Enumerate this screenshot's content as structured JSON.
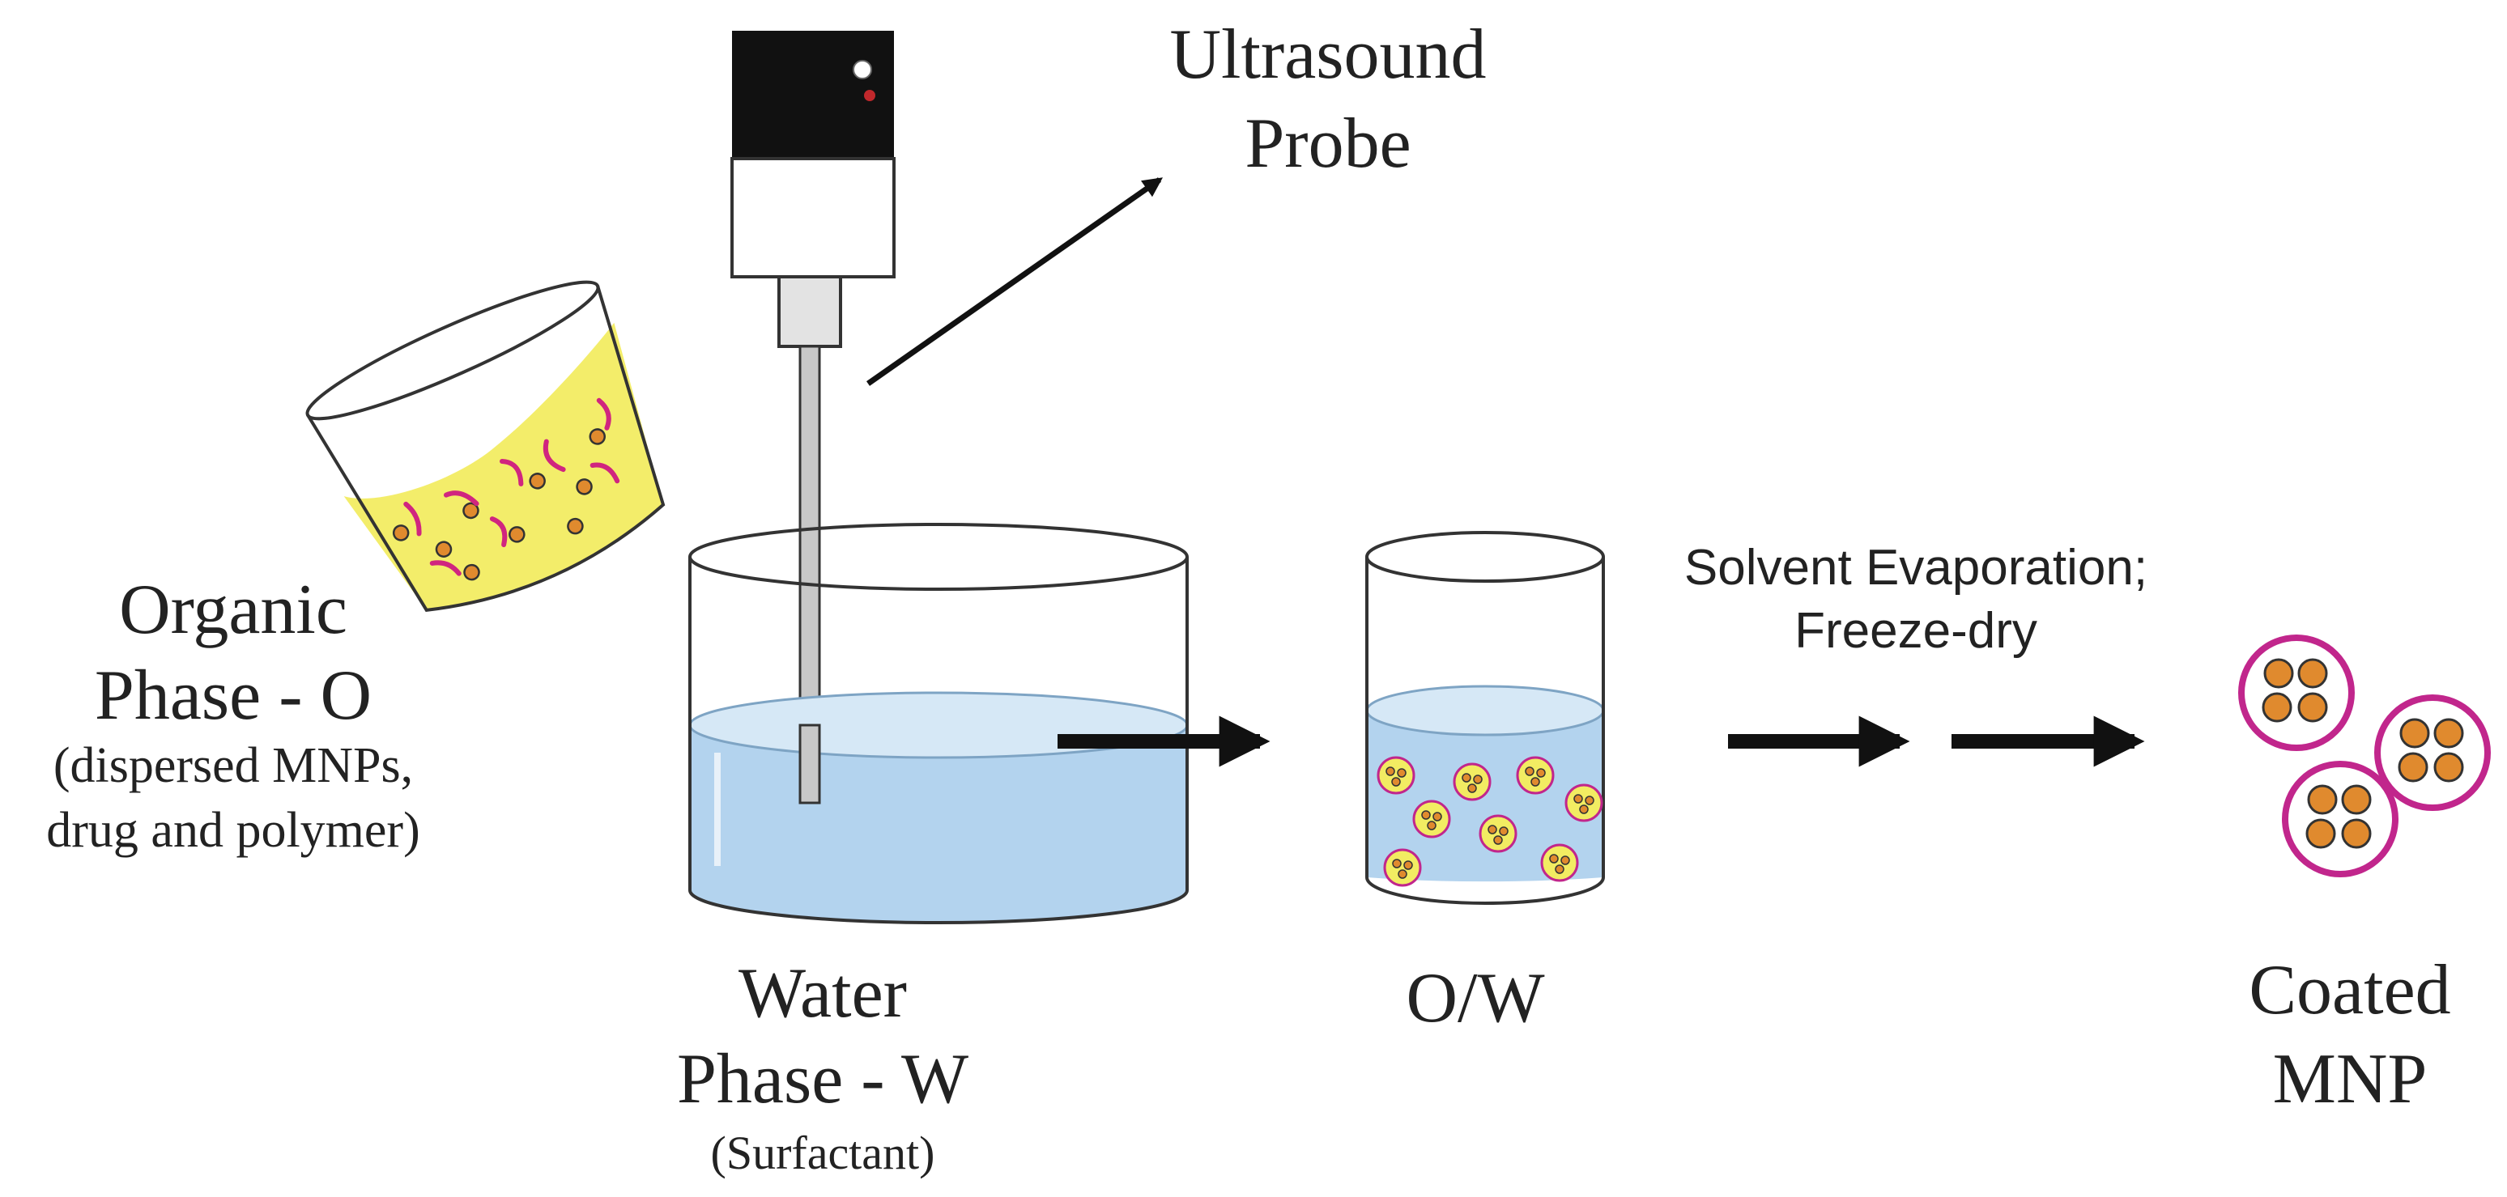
{
  "labels": {
    "probe_line1": "Ultrasound",
    "probe_line2": "Probe",
    "organic_line1": "Organic",
    "organic_line2": "Phase - O",
    "organic_note1": "(dispersed MNPs,",
    "organic_note2": "drug and polymer)",
    "water_line1": "Water",
    "water_line2": "Phase - W",
    "water_note": "(Surfactant)",
    "ow_label": "O/W",
    "step_line1": "Solvent Evaporation;",
    "step_line2": "Freeze-dry",
    "coated_line1": "Coated",
    "coated_line2": "MNP"
  },
  "colors": {
    "water": "#b3d3ee",
    "water_top": "#d6e8f6",
    "organic": "#f2ec62",
    "polymer": "#d0257f",
    "nanoparticle": "#e08a2e",
    "coating_ring": "#c1268c",
    "probe_head": "#111111",
    "probe_led_white": "#ffffff",
    "probe_led_red": "#c0282c",
    "outline": "#333333",
    "arrow": "#111111"
  }
}
